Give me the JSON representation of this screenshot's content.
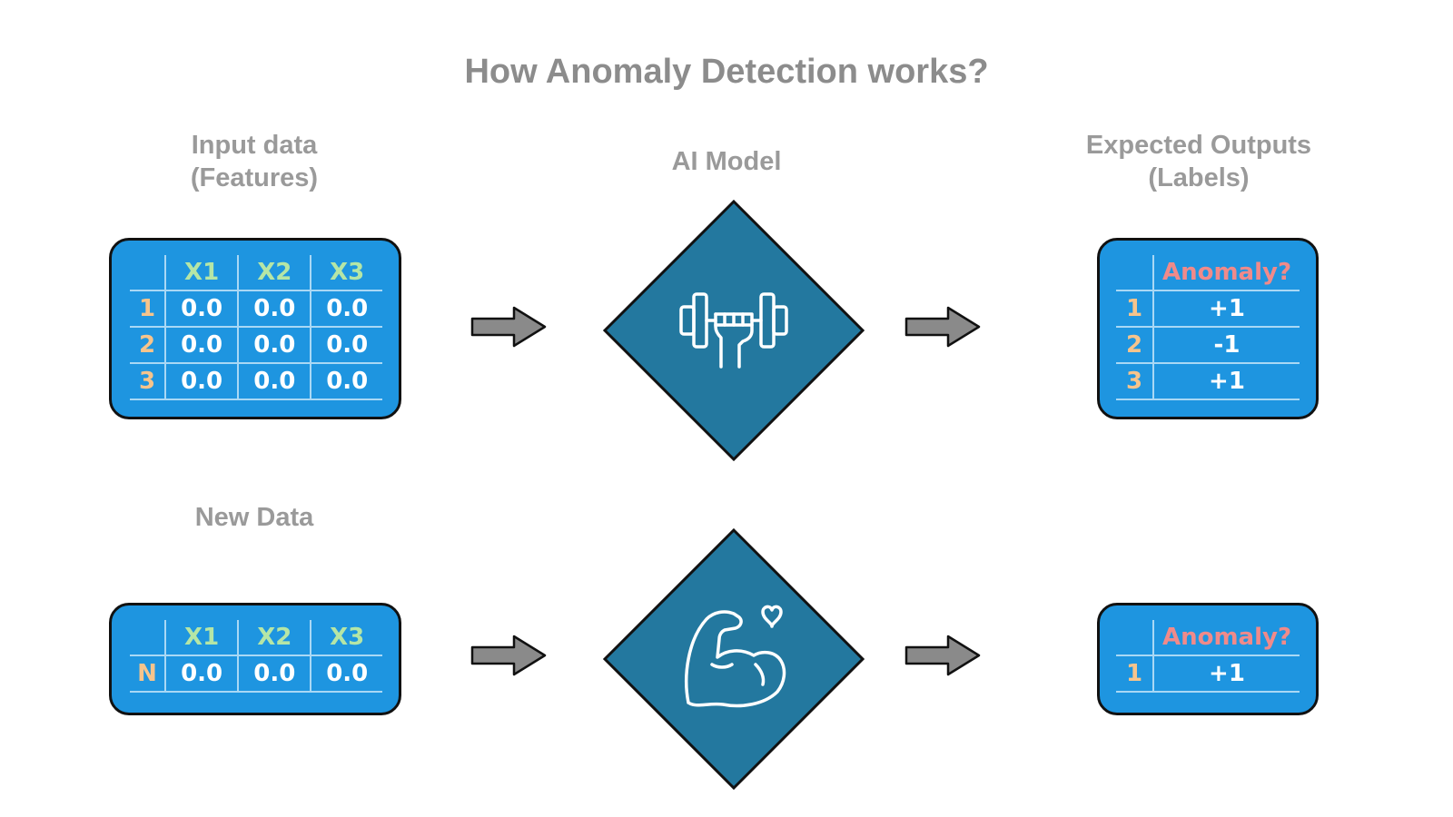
{
  "title": "How Anomaly Detection works?",
  "labels": {
    "input_line1": "Input data",
    "input_line2": "(Features)",
    "model": "AI Model",
    "output_line1": "Expected Outputs",
    "output_line2": "(Labels)",
    "new_data": "New Data"
  },
  "input_table": {
    "headers": [
      "X1",
      "X2",
      "X3"
    ],
    "rows": [
      {
        "idx": "1",
        "values": [
          "0.0",
          "0.0",
          "0.0"
        ]
      },
      {
        "idx": "2",
        "values": [
          "0.0",
          "0.0",
          "0.0"
        ]
      },
      {
        "idx": "3",
        "values": [
          "0.0",
          "0.0",
          "0.0"
        ]
      }
    ]
  },
  "output_table": {
    "header": "Anomaly?",
    "rows": [
      {
        "idx": "1",
        "value": "+1"
      },
      {
        "idx": "2",
        "value": "-1"
      },
      {
        "idx": "3",
        "value": "+1"
      }
    ]
  },
  "new_table": {
    "headers": [
      "X1",
      "X2",
      "X3"
    ],
    "rows": [
      {
        "idx": "N",
        "values": [
          "0.0",
          "0.0",
          "0.0"
        ]
      }
    ]
  },
  "new_output_table": {
    "header": "Anomaly?",
    "rows": [
      {
        "idx": "1",
        "value": "+1"
      }
    ]
  },
  "icons": {
    "training": "dumbbell-fist-icon",
    "trained": "flexed-arm-heart-icon"
  },
  "colors": {
    "panel": "#1e95e0",
    "diamond": "#23789f",
    "arrow": "#8a8a8a",
    "label_text": "#9a9a9a"
  }
}
